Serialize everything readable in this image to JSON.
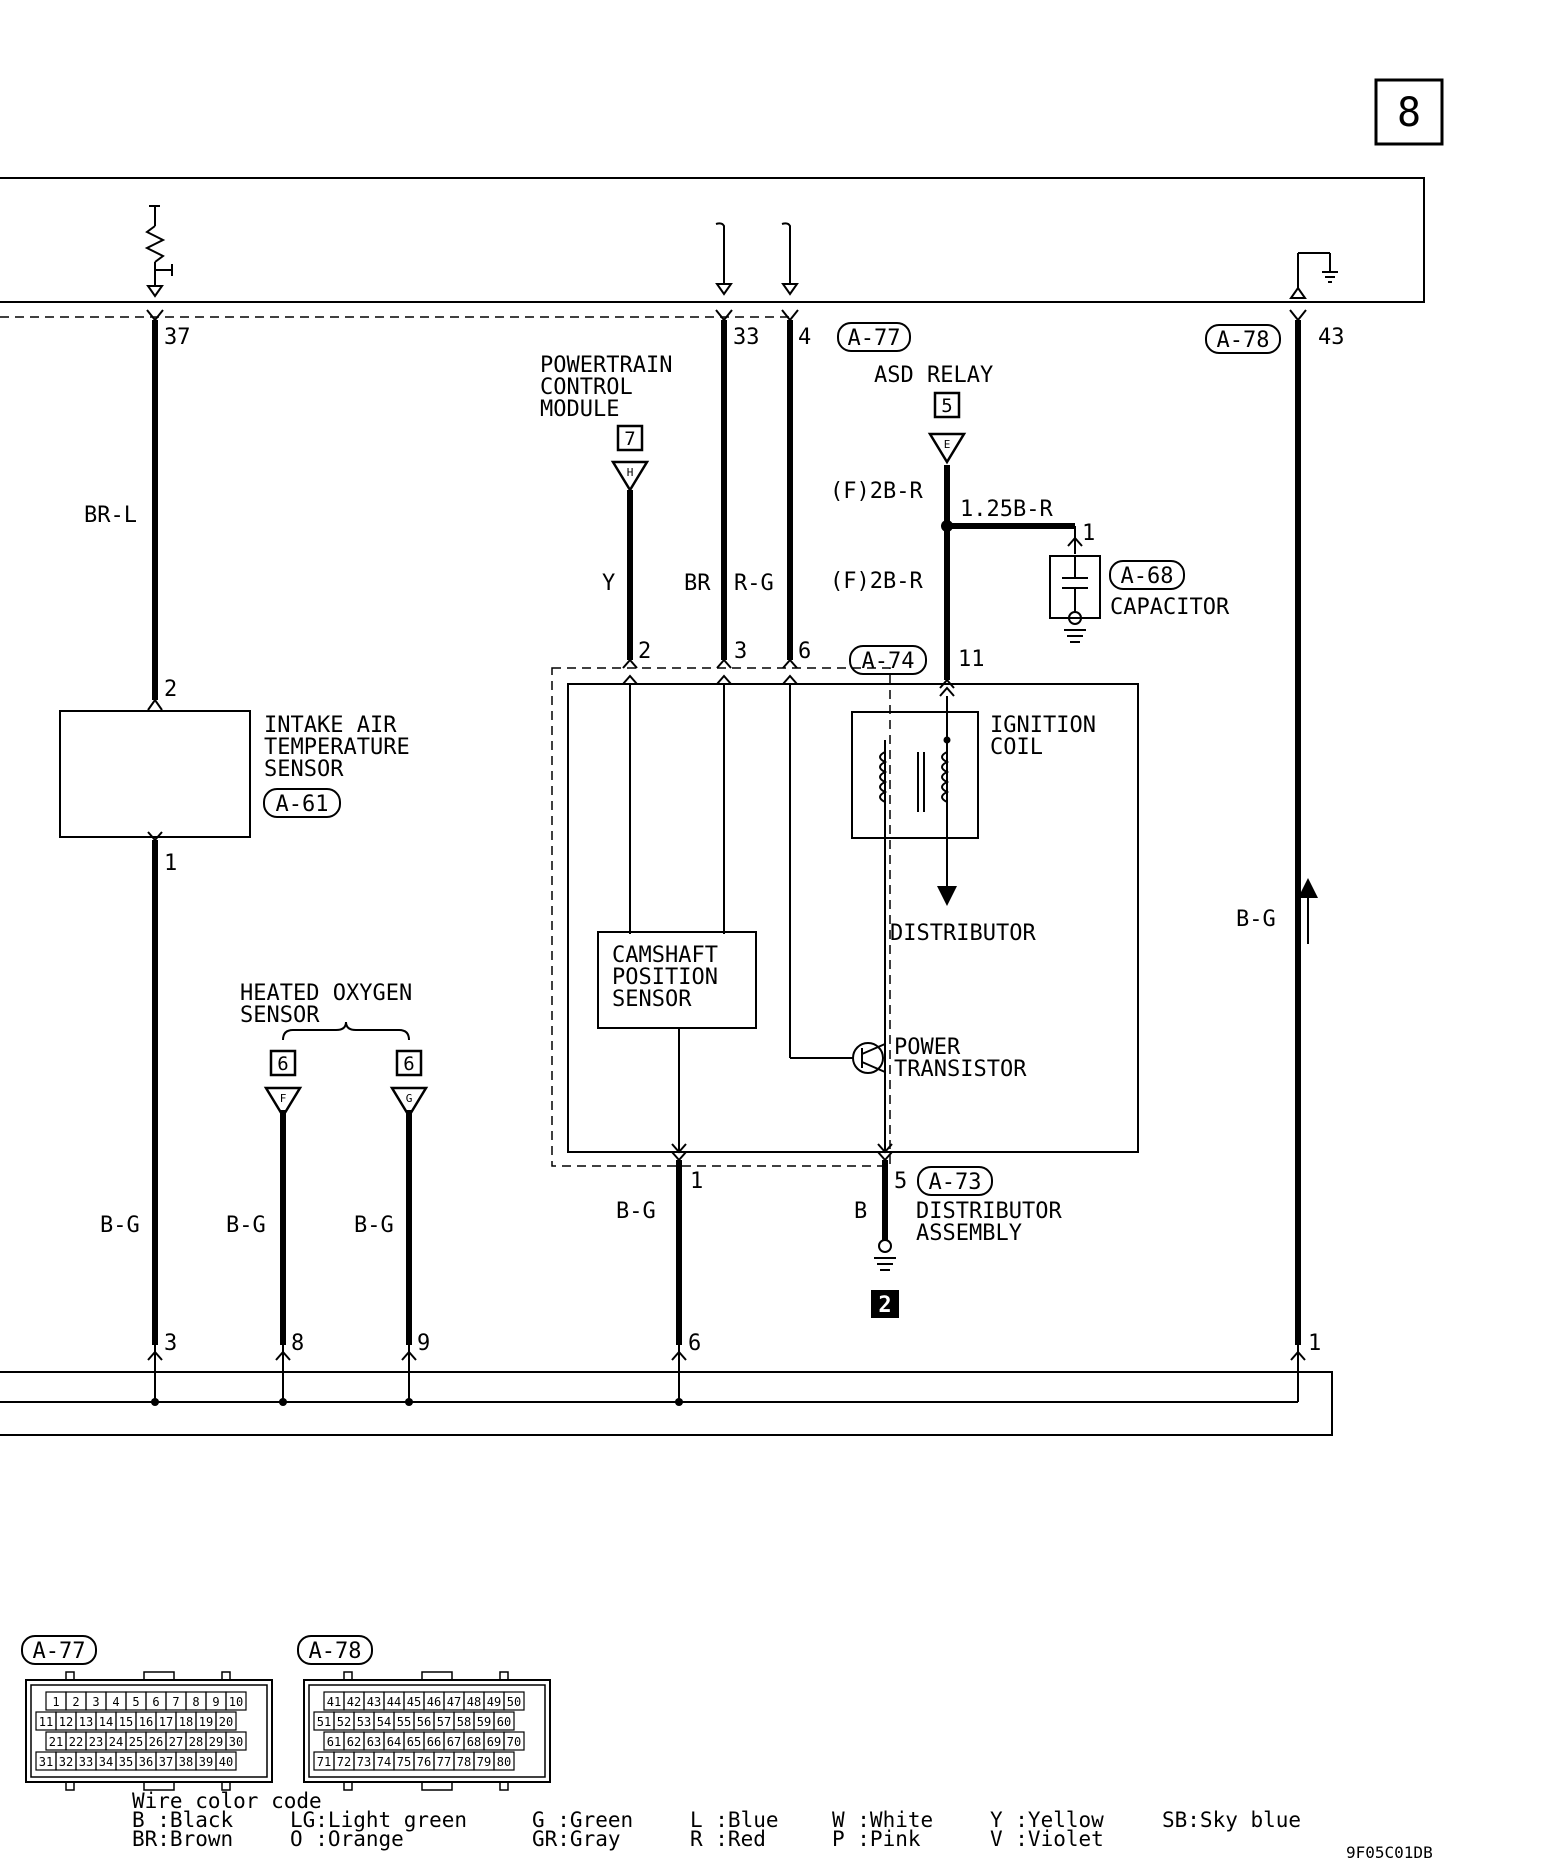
{
  "page_box": "8",
  "diagram_code": "9F05C01DB",
  "connectors": {
    "a77": "A-77",
    "a78": "A-78",
    "a74": "A-74",
    "a73": "A-73",
    "a68": "A-68",
    "a61": "A-61"
  },
  "components": {
    "pcm": [
      "POWERTRAIN",
      "CONTROL",
      "MODULE"
    ],
    "asd_relay": "ASD RELAY",
    "capacitor": "CAPACITOR",
    "intake_sensor": [
      "INTAKE AIR",
      "TEMPERATURE",
      "SENSOR"
    ],
    "ignition_coil": [
      "IGNITION",
      "COIL"
    ],
    "distributor": "DISTRIBUTOR",
    "camshaft": [
      "CAMSHAFT",
      "POSITION",
      "SENSOR"
    ],
    "power_transistor": [
      "POWER",
      "TRANSISTOR"
    ],
    "dist_assembly": [
      "DISTRIBUTOR",
      "ASSEMBLY"
    ],
    "heated_oxygen": [
      "HEATED OXYGEN",
      "SENSOR"
    ]
  },
  "ref_boxes": {
    "pcm": "7",
    "asd": "5",
    "ho2_1": "6",
    "ho2_2": "6",
    "ground": "2"
  },
  "connector_letters": {
    "pcm": "H",
    "asd": "E",
    "ho2_1": "F",
    "ho2_2": "G"
  },
  "wires": {
    "brl": "BR-L",
    "y": "Y",
    "br": "BR",
    "rg": "R-G",
    "f2br_top": "(F)2B-R",
    "f2br_bottom": "(F)2B-R",
    "b125": "1.25B-R",
    "bg_left": "B-G",
    "bg_o1": "B-G",
    "bg_o2": "B-G",
    "bg_cam": "B-G",
    "b": "B",
    "bg_right": "B-G"
  },
  "pins": {
    "p37": "37",
    "p33": "33",
    "p4": "4",
    "p43": "43",
    "p2_intake": "2",
    "p1_intake": "1",
    "p2_pcm": "2",
    "p3_pcm": "3",
    "p6_pcm": "6",
    "p11": "11",
    "p1_cap": "1",
    "p1_dist": "1",
    "p5_dist": "5",
    "p3_bot": "3",
    "p8_bot": "8",
    "p9_bot": "9",
    "p6_bot": "6",
    "p1_bot": "1"
  },
  "connector_a77_pins": [
    [
      "1",
      "2",
      "3",
      "4",
      "5",
      "6",
      "7",
      "8",
      "9",
      "10"
    ],
    [
      "11",
      "12",
      "13",
      "14",
      "15",
      "16",
      "17",
      "18",
      "19",
      "20"
    ],
    [
      "21",
      "22",
      "23",
      "24",
      "25",
      "26",
      "27",
      "28",
      "29",
      "30"
    ],
    [
      "31",
      "32",
      "33",
      "34",
      "35",
      "36",
      "37",
      "38",
      "39",
      "40"
    ]
  ],
  "connector_a78_pins": [
    [
      "41",
      "42",
      "43",
      "44",
      "45",
      "46",
      "47",
      "48",
      "49",
      "50"
    ],
    [
      "51",
      "52",
      "53",
      "54",
      "55",
      "56",
      "57",
      "58",
      "59",
      "60"
    ],
    [
      "61",
      "62",
      "63",
      "64",
      "65",
      "66",
      "67",
      "68",
      "69",
      "70"
    ],
    [
      "71",
      "72",
      "73",
      "74",
      "75",
      "76",
      "77",
      "78",
      "79",
      "80"
    ]
  ],
  "wire_color_code": {
    "title": "Wire color code",
    "entries": [
      [
        "B :Black",
        "BR:Brown"
      ],
      [
        "LG:Light green",
        "O :Orange"
      ],
      [
        "G :Green",
        "GR:Gray"
      ],
      [
        "L :Blue",
        "R :Red"
      ],
      [
        "W :White",
        "P :Pink"
      ],
      [
        "Y :Yellow",
        "V :Violet"
      ],
      [
        "SB:Sky blue"
      ]
    ]
  }
}
